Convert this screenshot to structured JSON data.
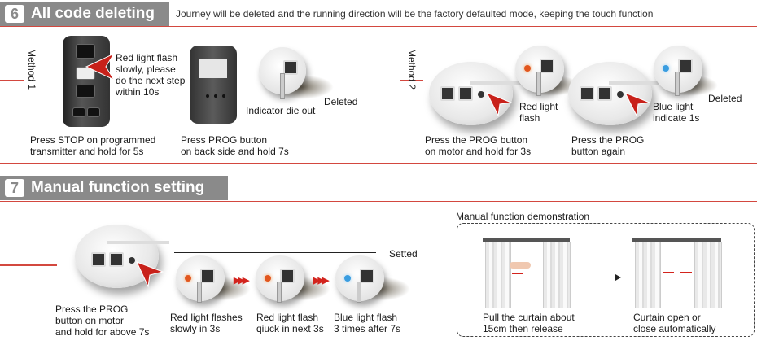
{
  "section6": {
    "number": "6",
    "title": "All code deleting",
    "note": "Journey will be deleted and the running direction will be the factory defaulted mode, keeping the touch function",
    "method1": {
      "label": "Method 1",
      "step1_line1": "Press STOP on programmed",
      "step1_line2": "transmitter and hold for 5s",
      "callout_line1": "Red light flash",
      "callout_line2": "slowly, please",
      "callout_line3": "do the next step",
      "callout_line4": "within 10s",
      "step2_line1": "Press PROG button",
      "step2_line2": "on back side and hold 7s",
      "indicator": "Indicator die out",
      "result": "Deleted"
    },
    "method2": {
      "label": "Method 2",
      "step1_line1": "Press the PROG button",
      "step1_line2": "on motor and hold for 3s",
      "red_line1": "Red light",
      "red_line2": "flash",
      "step2_line1": "Press the PROG",
      "step2_line2": "button again",
      "blue_line1": "Blue light",
      "blue_line2": "indicate 1s",
      "result": "Deleted"
    }
  },
  "section7": {
    "number": "7",
    "title": "Manual function setting",
    "step_line1": "Press the PROG",
    "step_line2": "button on motor",
    "step_line3": "and hold for above 7s",
    "result": "Setted",
    "led1_line1": "Red light flashes",
    "led1_line2": "slowly in 3s",
    "led2_line1": "Red light flash",
    "led2_line2": "qiuck in next 3s",
    "led3_line1": "Blue light flash",
    "led3_line2": "3 times after 7s",
    "demo": {
      "title": "Manual function demonstration",
      "left_line1": "Pull the curtain about",
      "left_line2": "15cm then release",
      "right_line1": "Curtain open or",
      "right_line2": "close automatically"
    }
  },
  "colors": {
    "header_gray": "#8a8a8a",
    "accent_red": "#d3483f",
    "led_red": "#e2561e",
    "led_blue": "#3a9de0"
  }
}
